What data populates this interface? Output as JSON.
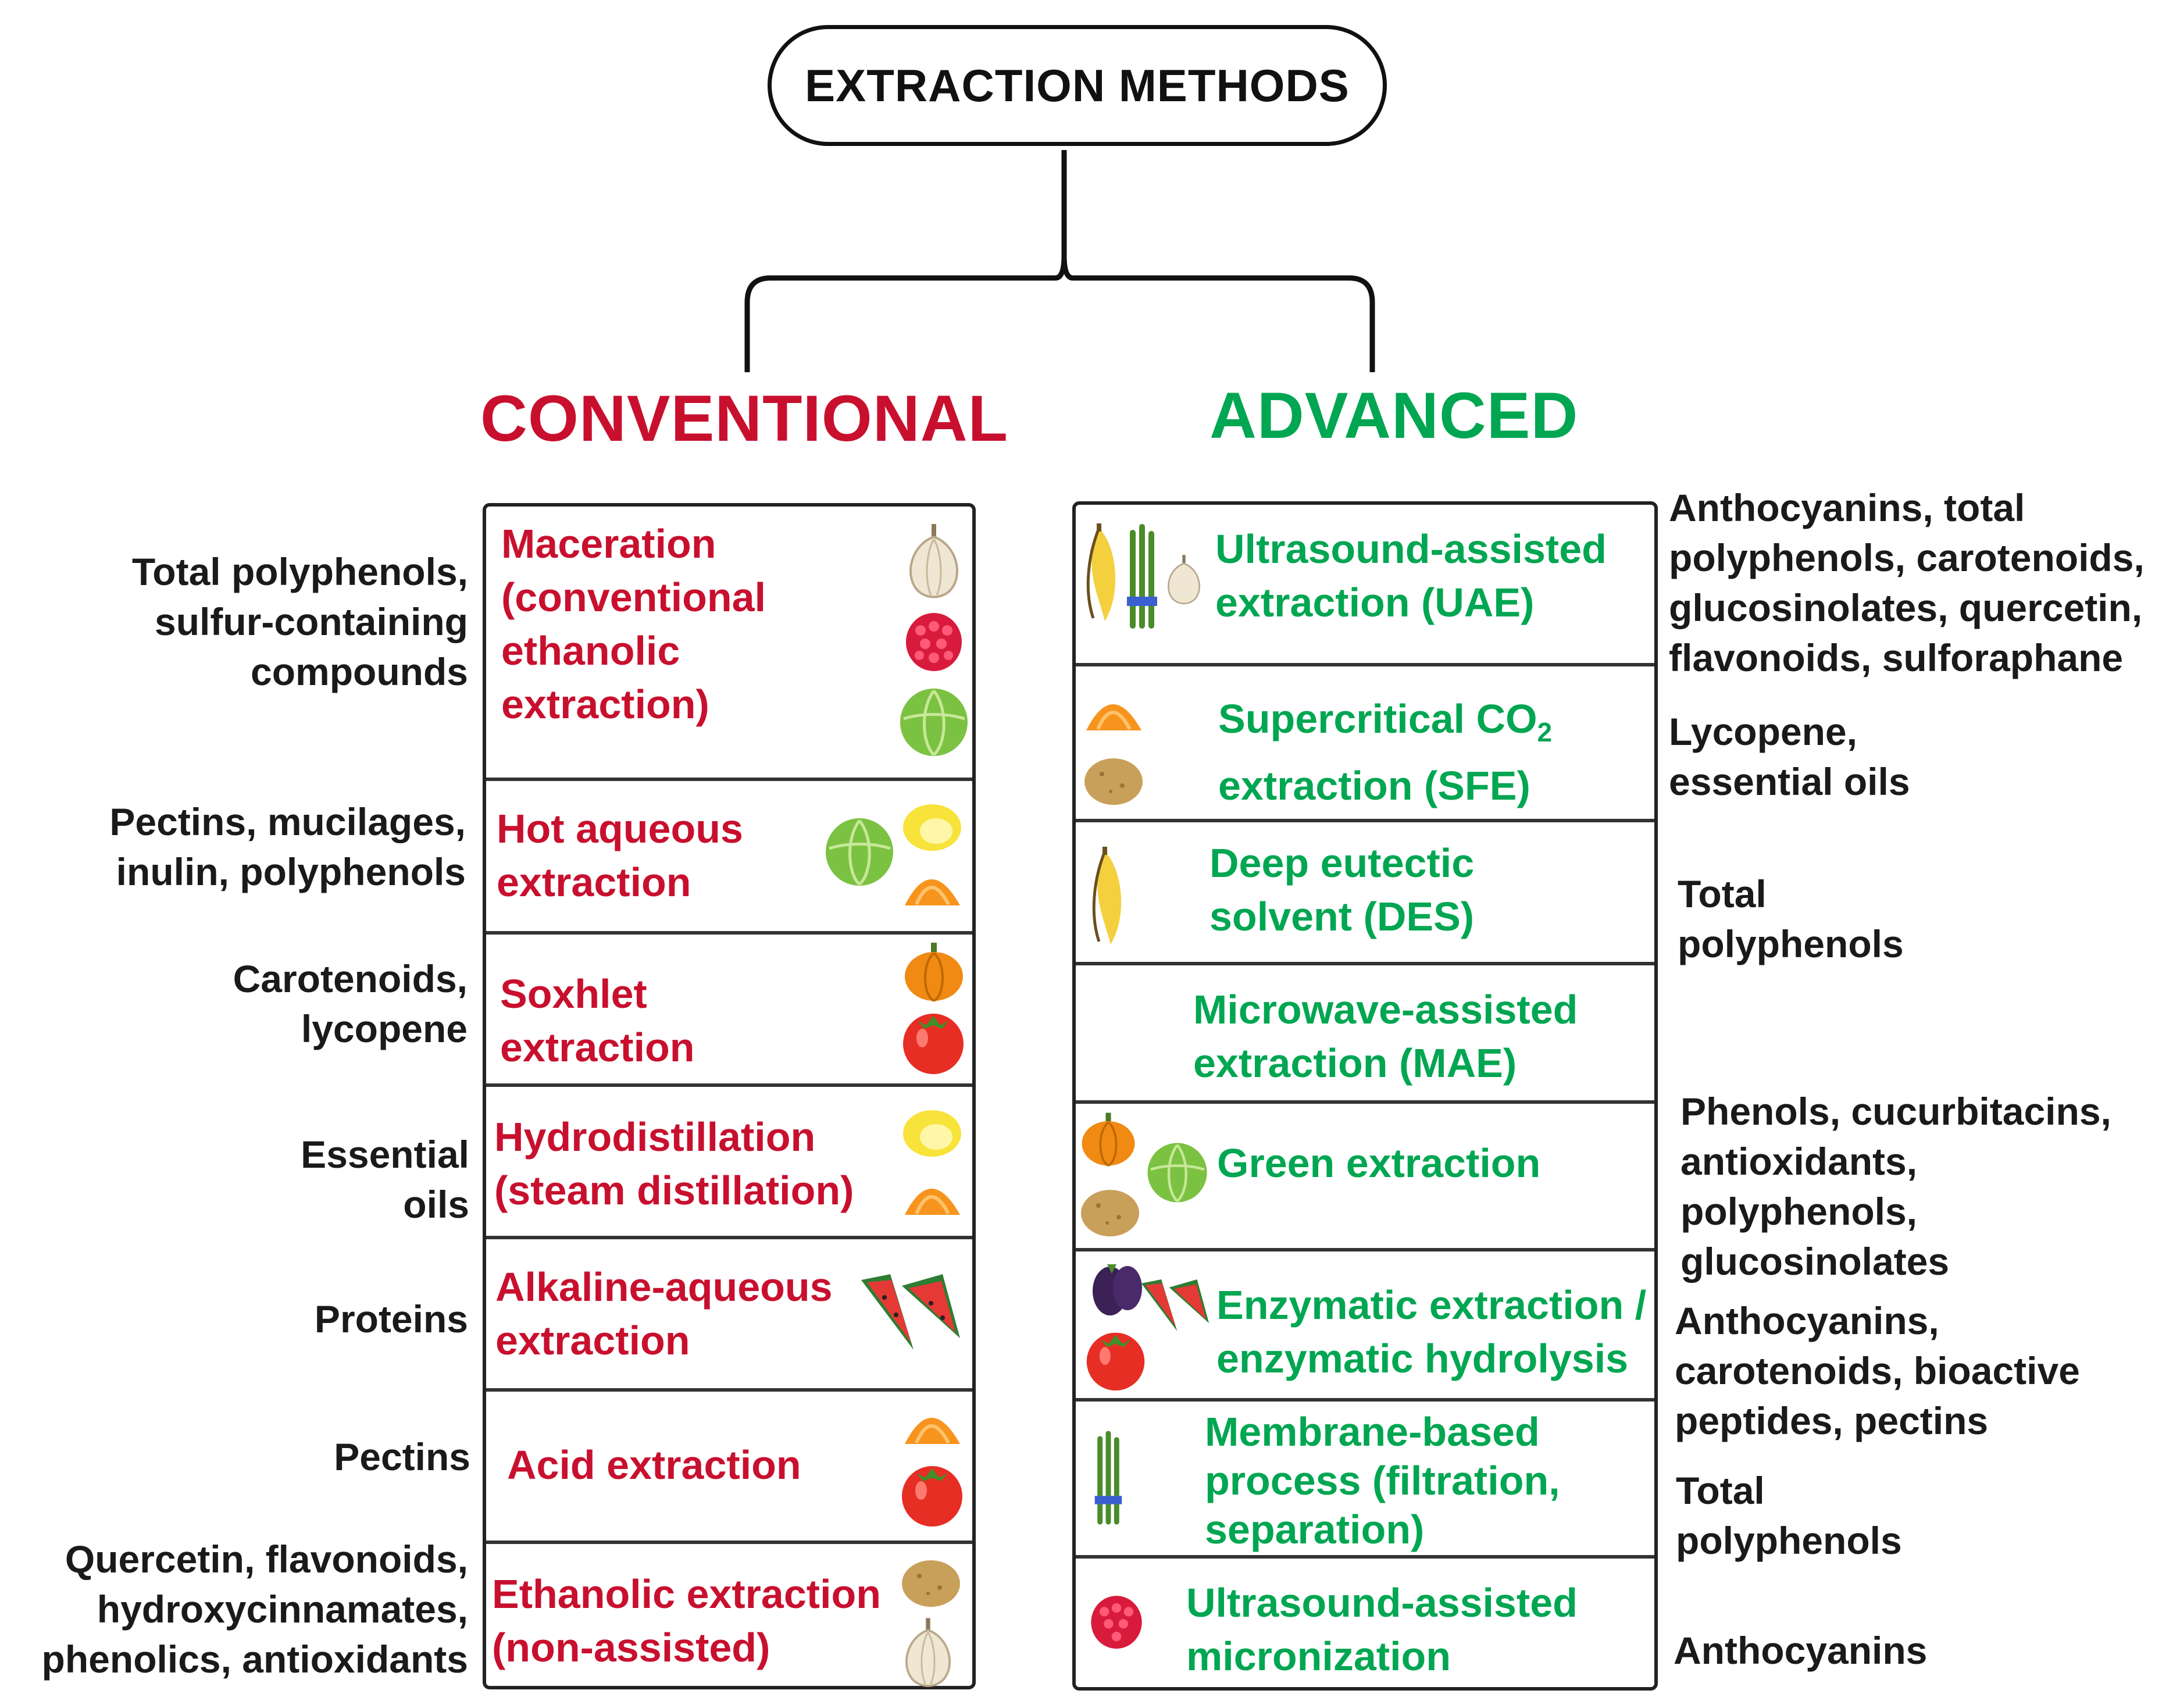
{
  "root": {
    "label": "EXTRACTION METHODS"
  },
  "conventional": {
    "heading": "CONVENTIONAL",
    "rows": [
      {
        "method_lines": [
          "Maceration",
          "(conventional",
          "ethanolic",
          "extraction)"
        ],
        "compound_lines": [
          "Total polyphenols,",
          "sulfur-containing",
          "compounds"
        ],
        "icons": [
          "garlic-icon",
          "raspberry-icon",
          "cabbage-icon"
        ]
      },
      {
        "method_lines": [
          "Hot aqueous",
          "extraction"
        ],
        "compound_lines": [
          "Pectins, mucilages,",
          "inulin, polyphenols"
        ],
        "icons": [
          "cabbage-icon",
          "lemon-icon",
          "orange-icon"
        ]
      },
      {
        "method_lines": [
          "Soxhlet",
          "extraction"
        ],
        "compound_lines": [
          "Carotenoids,",
          "lycopene"
        ],
        "icons": [
          "pumpkin-icon",
          "tomato-icon"
        ]
      },
      {
        "method_lines": [
          "Hydrodistillation",
          "(steam distillation)"
        ],
        "compound_lines": [
          "Essential",
          "oils"
        ],
        "icons": [
          "lemon-icon",
          "orange-icon"
        ]
      },
      {
        "method_lines": [
          "Alkaline-aqueous",
          "extraction"
        ],
        "compound_lines": [
          "Proteins"
        ],
        "icons": [
          "watermelon-icon"
        ]
      },
      {
        "method_lines": [
          "Acid extraction"
        ],
        "compound_lines": [
          "Pectins"
        ],
        "icons": [
          "orange-icon",
          "tomato-icon"
        ]
      },
      {
        "method_lines": [
          "Ethanolic extraction",
          "(non-assisted)"
        ],
        "compound_lines": [
          "Quercetin, flavonoids,",
          "hydroxycinnamates,",
          "phenolics, antioxidants"
        ],
        "icons": [
          "potato-icon",
          "garlic-icon"
        ]
      }
    ]
  },
  "advanced": {
    "heading": "ADVANCED",
    "rows": [
      {
        "method_lines": [
          "Ultrasound-assisted",
          "extraction (UAE)"
        ],
        "icons": [
          "banana-icon",
          "asparagus-icon",
          "garlic-icon"
        ]
      },
      {
        "method_lines": [
          "Supercritical CO",
          "extraction (SFE)"
        ],
        "subscript": "2",
        "icons": [
          "orange-icon",
          "potato-icon"
        ]
      },
      {
        "method_lines": [
          "Deep eutectic",
          "solvent (DES)"
        ],
        "icons": [
          "banana-icon"
        ]
      },
      {
        "method_lines": [
          "Microwave-assisted",
          "extraction (MAE)"
        ],
        "icons": []
      },
      {
        "method_lines": [
          "Green extraction"
        ],
        "icons": [
          "pumpkin-icon",
          "potato-icon",
          "cabbage-icon"
        ]
      },
      {
        "method_lines": [
          "Enzymatic extraction /",
          "enzymatic hydrolysis"
        ],
        "icons": [
          "eggplant-icon",
          "watermelon-icon",
          "tomato-icon"
        ]
      },
      {
        "method_lines": [
          "Membrane-based",
          "process (filtration,",
          "separation)"
        ],
        "icons": [
          "asparagus-icon"
        ]
      },
      {
        "method_lines": [
          "Ultrasound-assisted",
          "micronization"
        ],
        "icons": [
          "raspberry-icon"
        ]
      }
    ],
    "compound_groups": [
      {
        "lines": [
          "Anthocyanins, total",
          "polyphenols, carotenoids,",
          "glucosinolates, quercetin,",
          "flavonoids, sulforaphane"
        ]
      },
      {
        "lines": [
          "Lycopene,",
          "essential oils"
        ]
      },
      {
        "lines": [
          "Total",
          "polyphenols"
        ]
      },
      {
        "lines": [
          "Phenols, cucurbitacins,",
          "antioxidants,",
          "polyphenols,",
          "glucosinolates"
        ]
      },
      {
        "lines": [
          "Anthocyanins,",
          "carotenoids, bioactive",
          "peptides, pectins"
        ]
      },
      {
        "lines": [
          "Total",
          "polyphenols"
        ]
      },
      {
        "lines": [
          "Anthocyanins"
        ]
      }
    ]
  },
  "colors": {
    "conventional": "#c8102e",
    "advanced": "#00a651",
    "outline": "#111111"
  }
}
